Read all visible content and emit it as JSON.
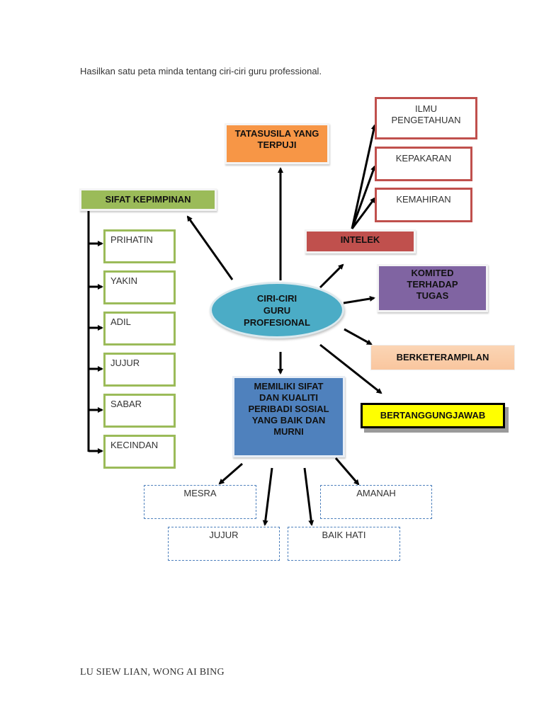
{
  "prompt": "Hasilkan satu peta minda tentang ciri-ciri guru professional.",
  "center": {
    "label": "CIRI-CIRI GURU PROFESIONAL",
    "lines": [
      "CIRI-CIRI",
      "GURU",
      "PROFESIONAL"
    ],
    "color": "#4bacc6"
  },
  "branches": {
    "tatasusila": {
      "lines": [
        "TATASUSILA YANG",
        "TERPUJI"
      ],
      "color": "#f79646"
    },
    "kepimpinan": {
      "label": "SIFAT KEPIMPINAN",
      "color": "#9bbb59",
      "items": [
        "PRIHATIN",
        "YAKIN",
        "ADIL",
        "JUJUR",
        "SABAR",
        "KECINDAN"
      ]
    },
    "intelek": {
      "label": "INTELEK",
      "color": "#c0504d",
      "items": [
        {
          "lines": [
            "ILMU",
            "PENGETAHUAN"
          ]
        },
        {
          "lines": [
            "KEPAKARAN"
          ]
        },
        {
          "lines": [
            "KEMAHIRAN"
          ]
        }
      ]
    },
    "komited": {
      "lines": [
        "KOMITED",
        "TERHADAP",
        "TUGAS"
      ],
      "color": "#8064a2"
    },
    "berketerampilan": {
      "label": "BERKETERAMPILAN",
      "color": "#fbd5b5"
    },
    "bertanggungjawab": {
      "label": "BERTANGGUNGJAWAB",
      "color": "#ffff00"
    },
    "sifat_sosial": {
      "lines": [
        "MEMILIKI SIFAT",
        "DAN KUALITI",
        "PERIBADI SOSIAL",
        "YANG BAIK DAN",
        "MURNI"
      ],
      "color": "#4f81bd",
      "items": [
        "MESRA",
        "AMANAH",
        "JUJUR",
        "BAIK HATI"
      ]
    }
  },
  "footer": "LU SIEW LIAN, WONG AI BING"
}
